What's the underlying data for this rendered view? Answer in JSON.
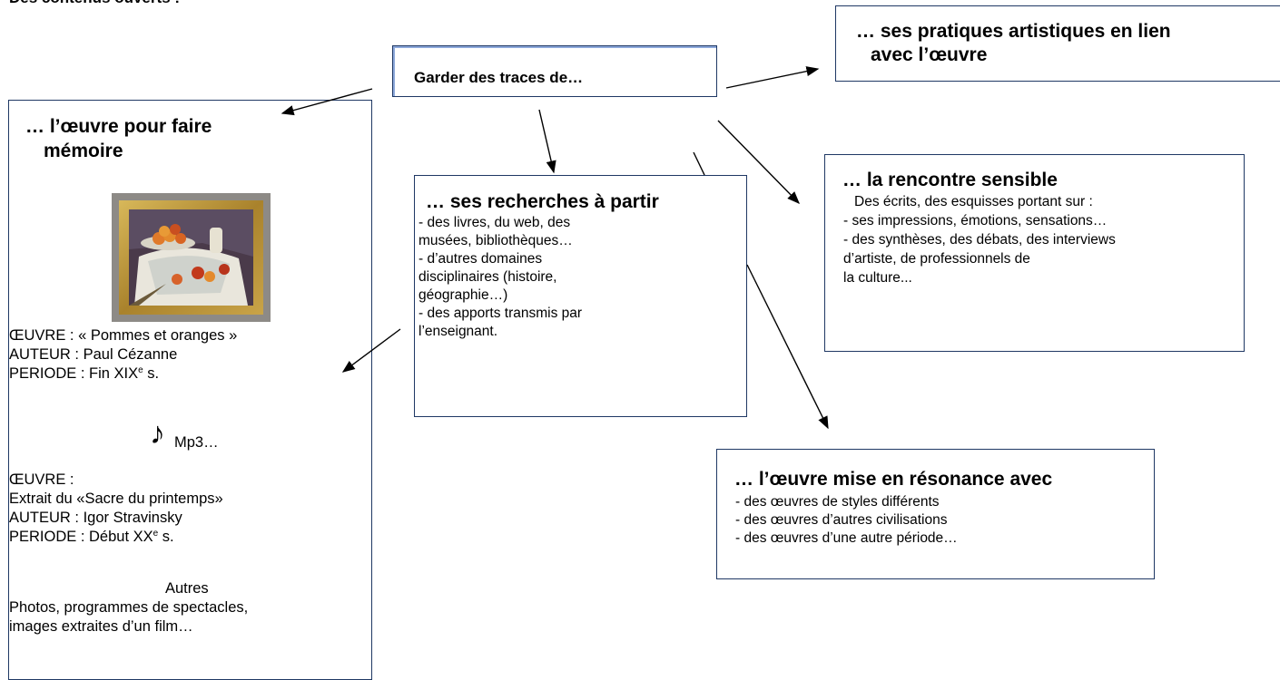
{
  "header": {
    "title": "Des contenus ouverts :"
  },
  "center": {
    "title": "Garder des traces de…"
  },
  "practices": {
    "line1": "… ses pratiques artistiques en lien",
    "line2": "avec l’œuvre"
  },
  "memory": {
    "title_line1": "… l’œuvre pour faire",
    "title_line2": "mémoire",
    "painting": {
      "oeuvre": "ŒUVRE : « Pommes et oranges »",
      "auteur": "AUTEUR : Paul Cézanne",
      "periode_prefix": "PERIODE : Fin XIX",
      "periode_sup": "e",
      "periode_suffix": " s."
    },
    "music": {
      "note_glyph": "♪",
      "format": "Mp3…",
      "oeuvre": "ŒUVRE :",
      "extrait": "Extrait du «Sacre du printemps»",
      "auteur": "AUTEUR : Igor Stravinsky",
      "periode_prefix": "PERIODE : Début  XX",
      "periode_sup": "e",
      "periode_suffix": " s."
    },
    "others": {
      "title": "Autres",
      "line1": "Photos, programmes de spectacles,",
      "line2": "images extraites d’un film…"
    }
  },
  "research": {
    "title": "… ses recherches à partir",
    "lines": [
      "- des livres, du web, des",
      "  musées, bibliothèques…",
      "- d’autres domaines",
      "  disciplinaires (histoire,",
      "  géographie…)",
      "- des apports transmis par",
      "  l’enseignant."
    ]
  },
  "encounter": {
    "title": "… la rencontre sensible",
    "lines": [
      "Des écrits, des esquisses portant sur :",
      "- ses impressions, émotions, sensations…",
      "- des synthèses, des débats, des interviews",
      "  d’artiste, de professionnels de",
      "  la culture..."
    ]
  },
  "resonance": {
    "title": "… l’œuvre mise en résonance avec",
    "lines": [
      "- des œuvres de styles différents",
      "- des œuvres d’autres civilisations",
      "- des œuvres d’une autre période…"
    ]
  },
  "colors": {
    "box_border": "#1f3864",
    "frame_gold": "#b8912f"
  }
}
